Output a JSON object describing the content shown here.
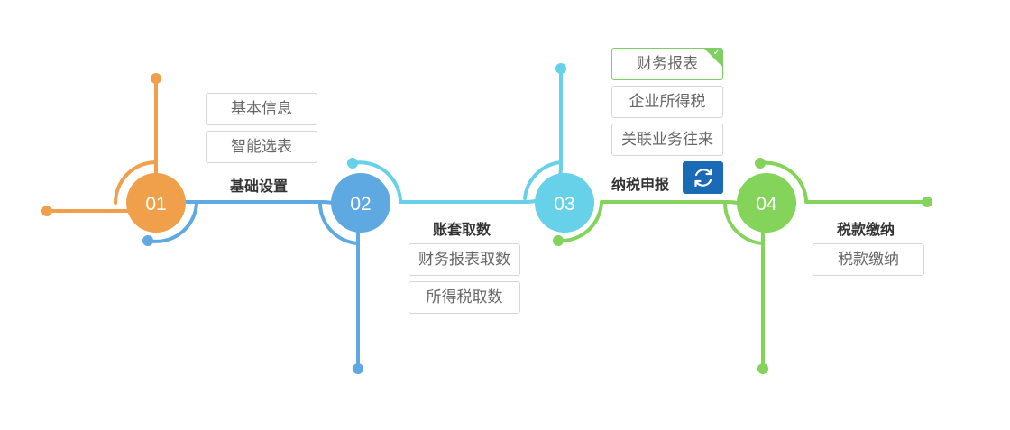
{
  "colors": {
    "step1": "#f0a04b",
    "step2": "#5fa9e3",
    "step3": "#66d1e8",
    "step4": "#84d35b",
    "refresh_bg": "#1b6ab5",
    "done_border": "#7fcf63"
  },
  "steps": [
    {
      "number": "01",
      "title": "基础设置",
      "items": [
        "基本信息",
        "智能选表"
      ]
    },
    {
      "number": "02",
      "title": "账套取数",
      "items": [
        "财务报表取数",
        "所得税取数"
      ]
    },
    {
      "number": "03",
      "title": "纳税申报",
      "items": [
        "财务报表",
        "企业所得税",
        "关联业务往来"
      ],
      "done_item": "财务报表",
      "action_icon": "refresh-icon"
    },
    {
      "number": "04",
      "title": "税款缴纳",
      "items": [
        "税款缴纳"
      ]
    }
  ]
}
